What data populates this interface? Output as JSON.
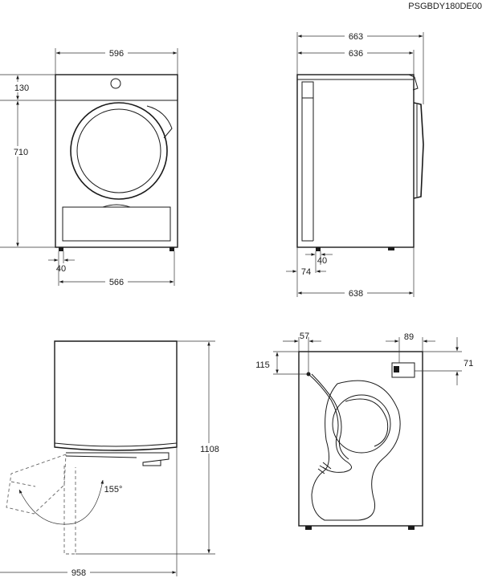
{
  "doc_code": "PSGBDY180DE00",
  "front_view": {
    "width": "596",
    "top_offset": "130",
    "height": "710",
    "foot_inset": "40",
    "foot_span": "566"
  },
  "side_view": {
    "overall_depth": "663",
    "body_depth": "636",
    "foot_front": "74",
    "foot_width": "40",
    "base_depth": "638"
  },
  "top_view": {
    "height_total": "1108",
    "door_angle": "155°",
    "door_open_depth": "958"
  },
  "rear_view": {
    "hose_offset": "57",
    "vent_offset": "89",
    "hose_height": "115",
    "vent_height": "71"
  }
}
